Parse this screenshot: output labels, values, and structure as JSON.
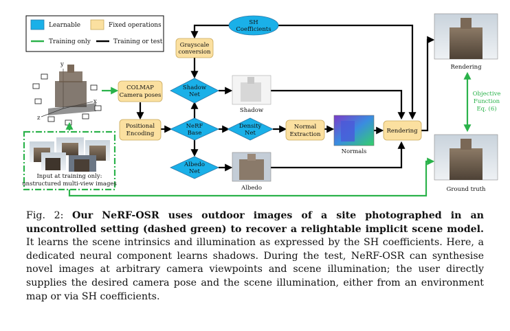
{
  "legend": {
    "learnable": "Learnable",
    "fixed": "Fixed operations",
    "training_only": "Training only",
    "training_or_test": "Training or test"
  },
  "nodes": {
    "sh_coefficients": [
      "SH",
      "Coefficients"
    ],
    "grayscale": [
      "Grayscale",
      "conversion"
    ],
    "colmap": [
      "COLMAP",
      "Camera poses"
    ],
    "shadow_net": [
      "Shadow",
      "Net"
    ],
    "positional_encoding": [
      "Positional",
      "Encoding"
    ],
    "nerf_base": [
      "NeRF",
      "Base"
    ],
    "density_net": [
      "Density",
      "Net"
    ],
    "normal_extraction": [
      "Normal",
      "Extraction"
    ],
    "rendering": "Rendering",
    "albedo_net": [
      "Albedo",
      "Net"
    ]
  },
  "labels": {
    "shadow": "Shadow",
    "normals": "Normals",
    "albedo": "Albedo",
    "rendering_out": "Rendering",
    "ground_truth": "Ground truth",
    "objective": [
      "Objective",
      "Function",
      "Eq. (6)"
    ],
    "input": [
      "Input at training only:",
      "unstructured multi-view images"
    ],
    "axis_x": "x",
    "axis_y": "y",
    "axis_z": "z"
  },
  "colors": {
    "learnable": "#1ab0e8",
    "fixed": "#fbe0a0",
    "fixed_border": "#c9a85a",
    "training_only": "#2ab24a",
    "training_or_test": "#000000"
  },
  "caption": {
    "prefix": "Fig. 2: ",
    "bold": "Our NeRF-OSR uses outdoor images of a site photographed in an uncontrolled setting (dashed green) to recover a relightable implicit scene model.",
    "rest": " It learns the scene intrinsics and illumination as expressed by the SH coefficients. Here, a dedicated neural component learns shadows. During the test, NeRF-OSR can synthesise novel images at arbitrary camera viewpoints and scene illumination; the user directly supplies the desired camera pose and the scene illumination, either from an environment map or via SH coefficients."
  }
}
